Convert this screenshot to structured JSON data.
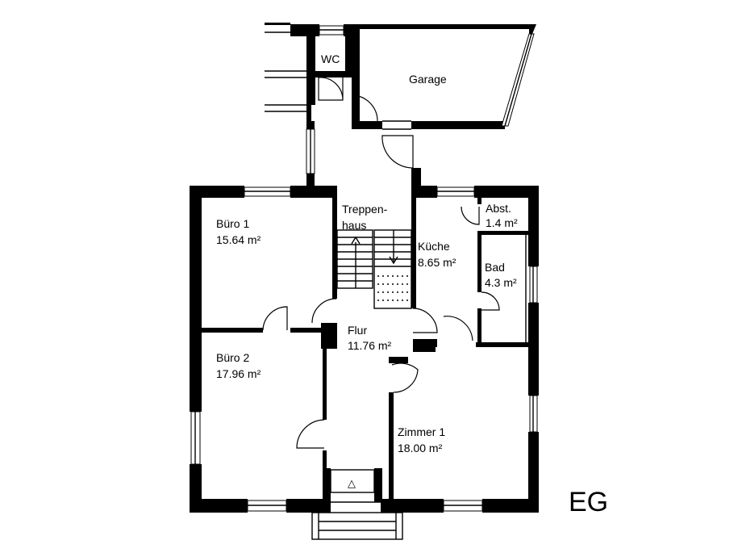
{
  "rooms": {
    "wc": {
      "name": "WC"
    },
    "garage": {
      "name": "Garage"
    },
    "treppenhaus": {
      "line1": "Treppen-",
      "line2": "haus"
    },
    "buero1": {
      "name": "Büro 1",
      "area": "15.64 m²"
    },
    "buero2": {
      "name": "Büro 2",
      "area": "17.96 m²"
    },
    "kueche": {
      "name": "Küche",
      "area": "8.65 m²"
    },
    "abst": {
      "name": "Abst.",
      "area": "1.4 m²"
    },
    "bad": {
      "name": "Bad",
      "area": "4.3 m²"
    },
    "flur": {
      "name": "Flur",
      "area": "11.76 m²"
    },
    "zimmer1": {
      "name": "Zimmer 1",
      "area": "18.00 m²"
    }
  },
  "floor": {
    "label": "EG"
  },
  "entrance": {
    "symbol": "△"
  }
}
